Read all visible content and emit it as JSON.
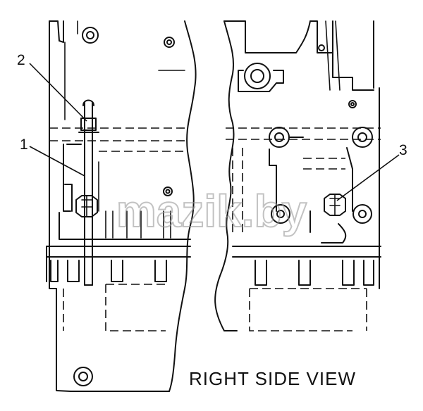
{
  "callouts": [
    {
      "id": "1",
      "text": "1"
    },
    {
      "id": "2",
      "text": "2"
    },
    {
      "id": "3",
      "text": "3"
    }
  ],
  "caption": "RIGHT SIDE VIEW",
  "watermark": "mazik.by"
}
